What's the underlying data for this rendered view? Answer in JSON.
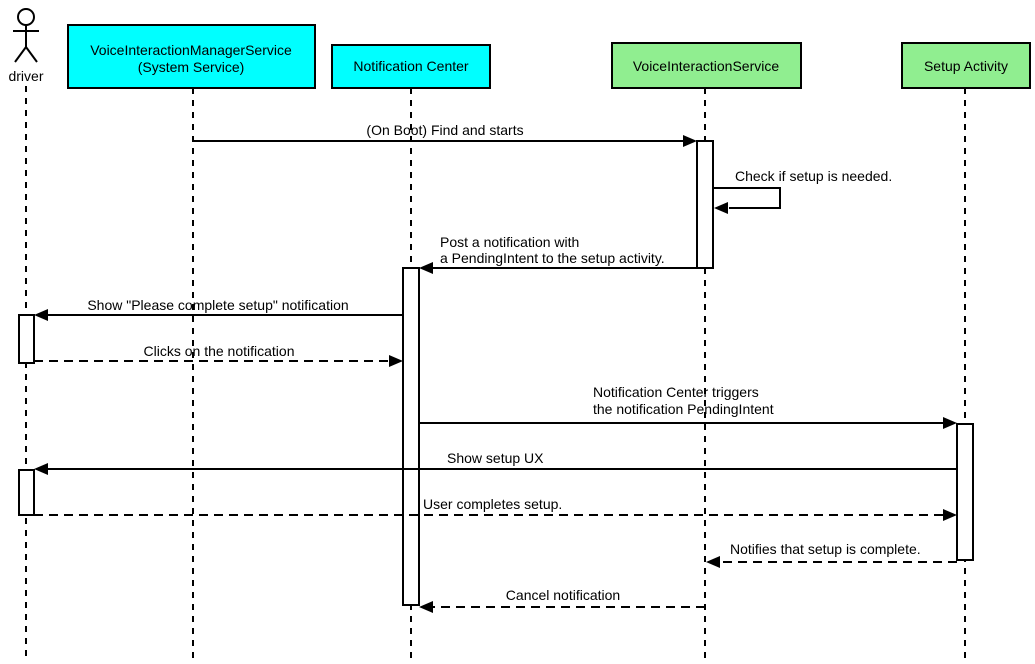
{
  "diagram": {
    "actor": {
      "label": "driver"
    },
    "participants": {
      "manager_service": {
        "line1": "VoiceInteractionManagerService",
        "line2": "(System Service)",
        "fill": "#00FFFF"
      },
      "notification_center": {
        "label": "Notification Center",
        "fill": "#00FFFF"
      },
      "voice_service": {
        "label": "VoiceInteractionService",
        "fill": "#90EE90"
      },
      "setup_activity": {
        "label": "Setup Activity",
        "fill": "#90EE90"
      }
    },
    "messages": {
      "boot_find": {
        "label": "(On Boot) Find and starts",
        "style": "solid",
        "from": "manager_service",
        "to": "voice_service"
      },
      "check_setup": {
        "label": "Check if setup is needed.",
        "style": "self",
        "from": "voice_service",
        "to": "voice_service"
      },
      "post_notification": {
        "line1": "Post a notification with",
        "line2": "a PendingIntent to the setup activity.",
        "style": "solid",
        "from": "voice_service",
        "to": "notification_center"
      },
      "show_notification": {
        "label": "Show \"Please complete setup\" notification",
        "style": "solid",
        "from": "notification_center",
        "to": "driver"
      },
      "click_notification": {
        "label": "Clicks on the notification",
        "style": "dashed",
        "from": "driver",
        "to": "notification_center"
      },
      "trigger_pendingintent": {
        "line1": "Notification Center triggers",
        "line2": "the notification PendingIntent",
        "style": "solid",
        "from": "notification_center",
        "to": "setup_activity"
      },
      "show_setup_ux": {
        "label": "Show setup UX",
        "style": "solid",
        "from": "setup_activity",
        "to": "driver"
      },
      "user_completes_setup": {
        "label": "User completes setup.",
        "style": "dashed",
        "from": "driver",
        "to": "setup_activity"
      },
      "notify_setup_complete": {
        "label": "Notifies that setup is complete.",
        "style": "dashed",
        "from": "setup_activity",
        "to": "voice_service"
      },
      "cancel_notification": {
        "label": "Cancel notification",
        "style": "dashed",
        "from": "voice_service",
        "to": "notification_center"
      }
    },
    "colors": {
      "stroke": "#000000",
      "background": "#FFFFFF",
      "activation_fill": "#FFFFFF"
    }
  }
}
